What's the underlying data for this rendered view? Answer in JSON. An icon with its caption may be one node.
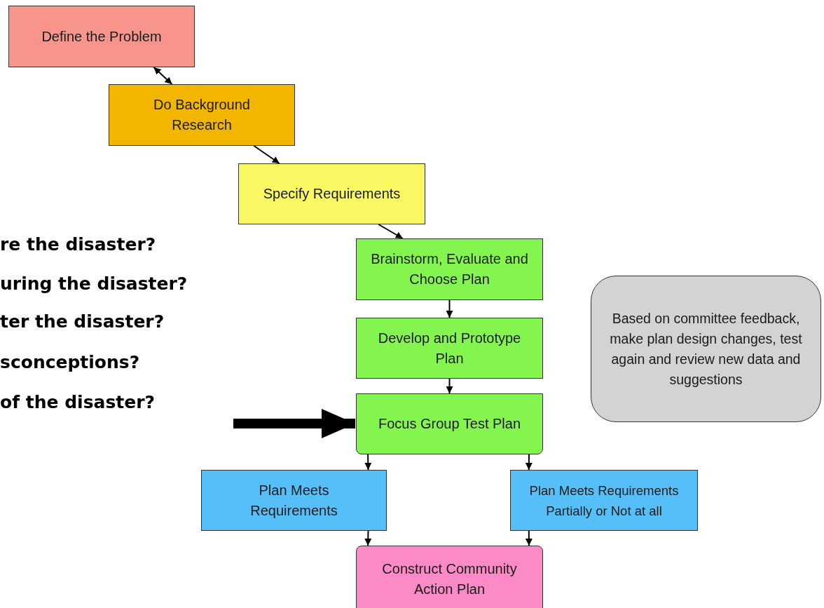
{
  "diagram": {
    "nodes": [
      {
        "text": [
          "Define the Problem"
        ]
      },
      {
        "text": [
          "Do Background Research"
        ]
      },
      {
        "text": [
          "Specify Requirements"
        ]
      },
      {
        "text": [
          "Brainstorm, Evaluate and Choose Plan"
        ]
      },
      {
        "text": [
          "Develop and Prototype Plan"
        ]
      },
      {
        "text": [
          "Focus Group Test Plan"
        ]
      },
      {
        "text": [
          "Plan Meets Requirements"
        ]
      },
      {
        "text": [
          "Plan Meets Requirements Partially or Not at all"
        ]
      },
      {
        "text": [
          "Construct Community Action Plan"
        ]
      },
      {
        "text": [
          "Based on committee feedback, make plan design changes, test again and review new data and suggestions"
        ]
      }
    ],
    "edges": [
      {
        "from": 0,
        "to": 1,
        "arrow": "both"
      },
      {
        "from": 1,
        "to": 2,
        "arrow": "to"
      },
      {
        "from": 2,
        "to": 3,
        "arrow": "to"
      },
      {
        "from": 3,
        "to": 4,
        "arrow": "to"
      },
      {
        "from": 4,
        "to": 5,
        "arrow": "to"
      },
      {
        "from": 5,
        "to": 6,
        "arrow": "to"
      },
      {
        "from": 5,
        "to": 7,
        "arrow": "to"
      },
      {
        "from": 6,
        "to": 8,
        "arrow": "to"
      },
      {
        "from": 7,
        "to": 8,
        "arrow": "to"
      },
      {
        "from": null,
        "to": 5,
        "arrow": "to",
        "style": "thick"
      }
    ],
    "labels": [
      "re the disaster?",
      "uring the disaster?",
      "ter the disaster?",
      "sconceptions?",
      "of the disaster?"
    ]
  }
}
